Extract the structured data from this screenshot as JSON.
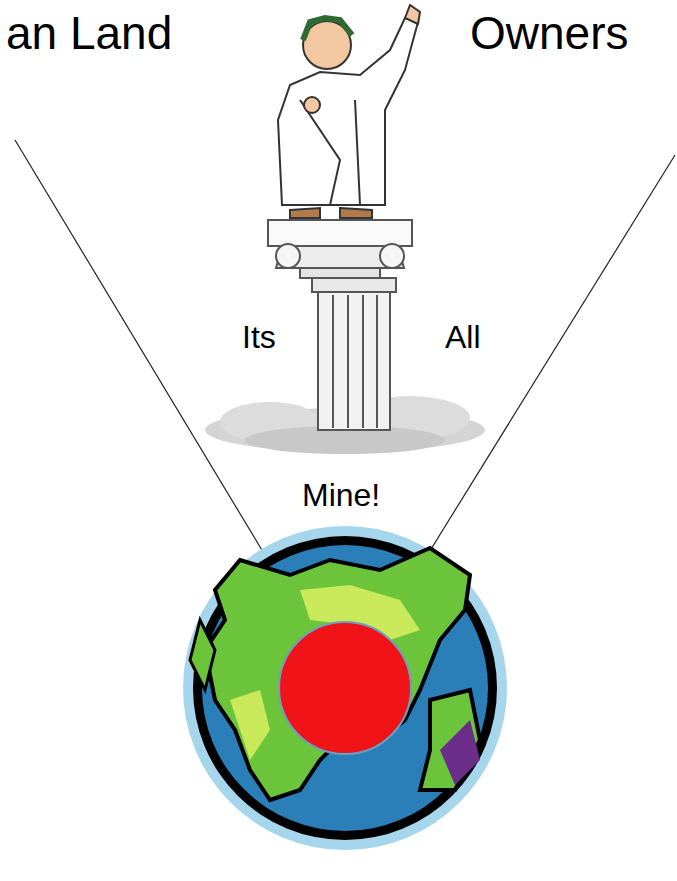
{
  "diagram": {
    "labels": [
      "an Land",
      "Owners",
      "Its",
      "All",
      "Mine!"
    ]
  }
}
